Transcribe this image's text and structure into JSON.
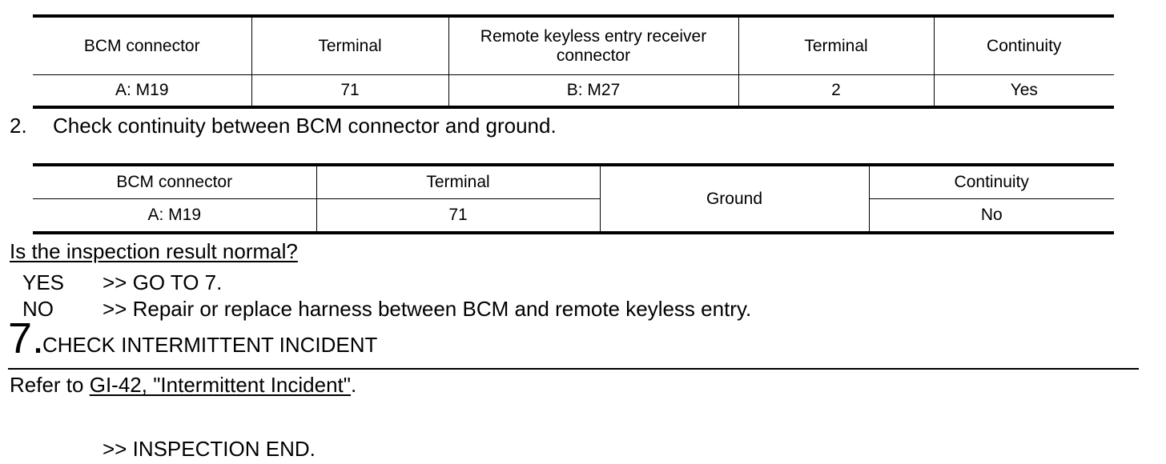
{
  "table1": {
    "headers": [
      "BCM connector",
      "Terminal",
      "Remote keyless entry receiver connector",
      "Terminal",
      "Continuity"
    ],
    "row": [
      "A: M19",
      "71",
      "B: M27",
      "2",
      "Yes"
    ]
  },
  "step2": {
    "number": "2.",
    "text": "Check continuity between BCM connector and ground."
  },
  "table2": {
    "headers": [
      "BCM connector",
      "Terminal",
      "Ground",
      "Continuity"
    ],
    "row": [
      "A: M19",
      "71",
      "No"
    ]
  },
  "inspection": {
    "question": "Is the inspection result normal?",
    "yes_label": "YES",
    "yes_action": ">> GO TO 7.",
    "no_label": "NO",
    "no_action": ">> Repair or replace harness between BCM and remote keyless entry."
  },
  "section7": {
    "number": "7.",
    "title": "CHECK INTERMITTENT INCIDENT",
    "refer_prefix": "Refer to ",
    "refer_link": "GI-42, \"Intermittent Incident\"",
    "refer_suffix": ".",
    "end": ">> INSPECTION END."
  }
}
